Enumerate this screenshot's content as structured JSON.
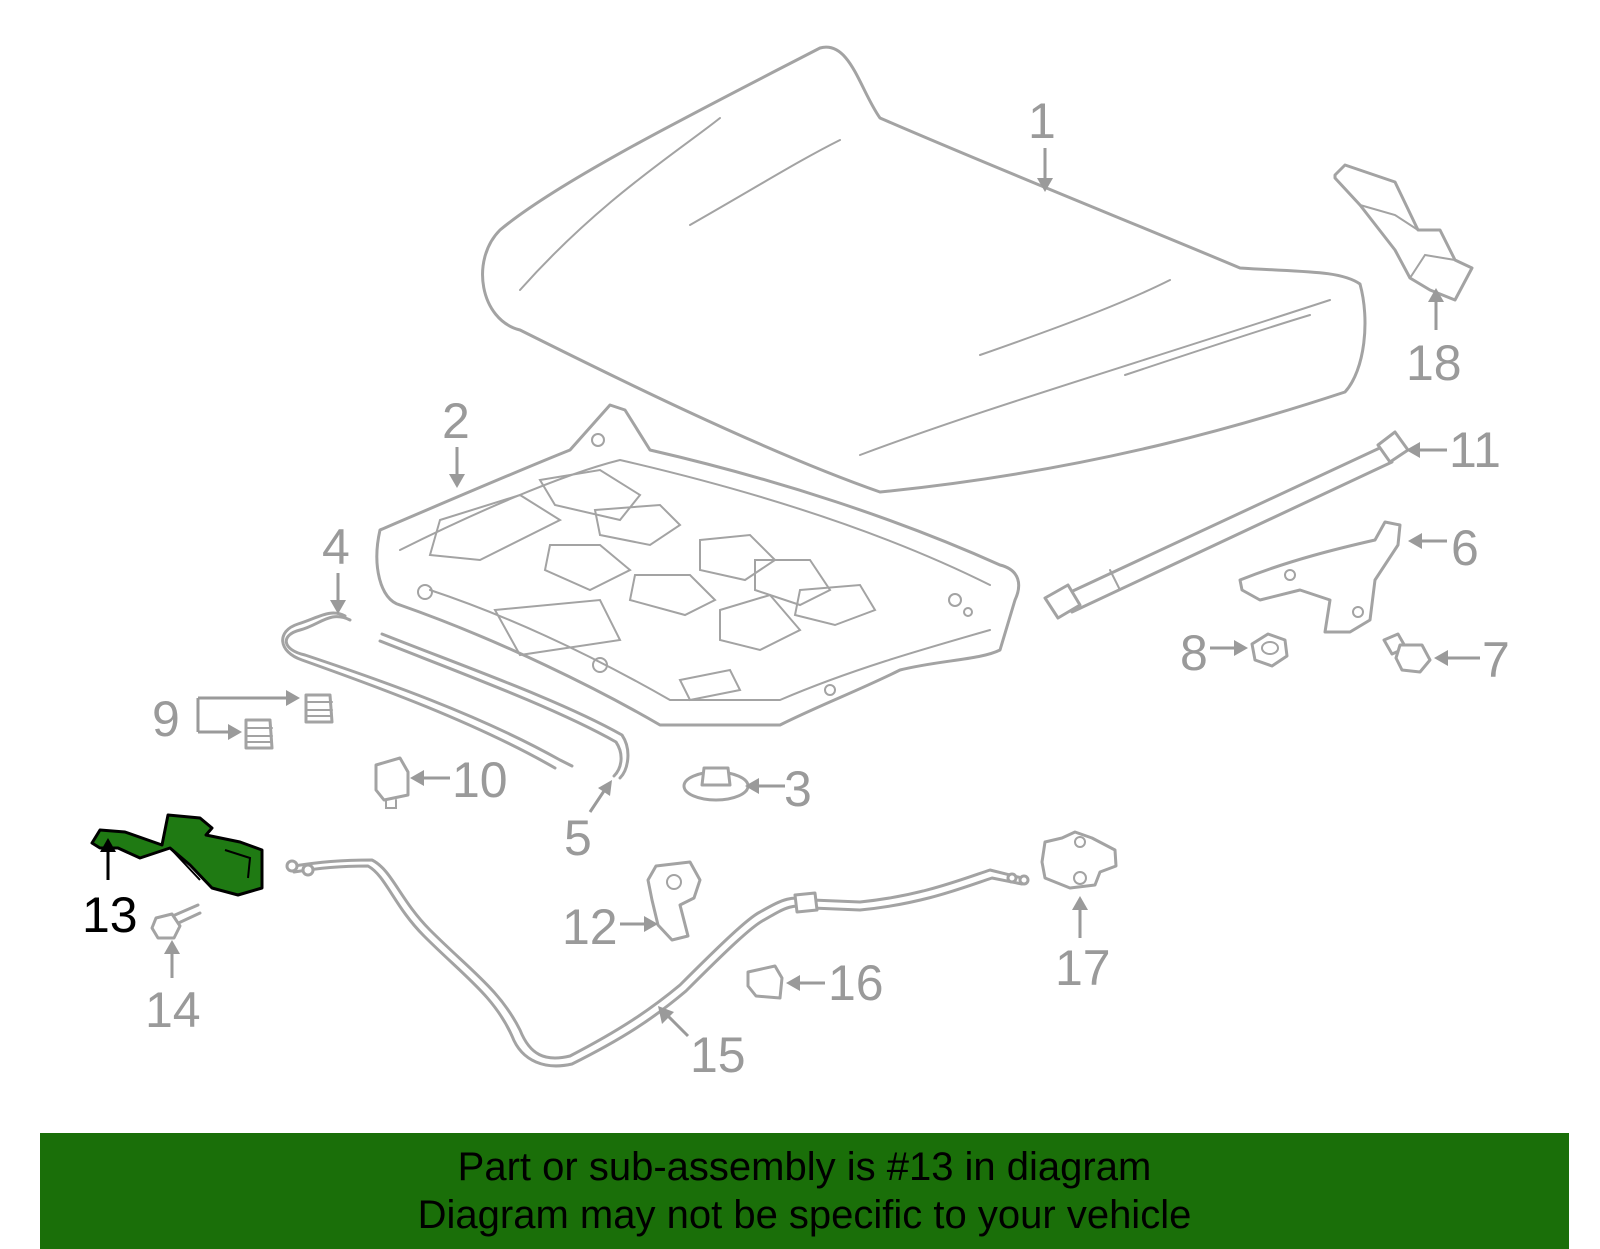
{
  "diagram": {
    "highlight_color": "#1f7a13",
    "callouts": [
      {
        "id": "1",
        "label": "1"
      },
      {
        "id": "2",
        "label": "2"
      },
      {
        "id": "3",
        "label": "3"
      },
      {
        "id": "4",
        "label": "4"
      },
      {
        "id": "5",
        "label": "5"
      },
      {
        "id": "6",
        "label": "6"
      },
      {
        "id": "7",
        "label": "7"
      },
      {
        "id": "8",
        "label": "8"
      },
      {
        "id": "9",
        "label": "9"
      },
      {
        "id": "10",
        "label": "10"
      },
      {
        "id": "11",
        "label": "11"
      },
      {
        "id": "12",
        "label": "12"
      },
      {
        "id": "13",
        "label": "13",
        "highlighted": true
      },
      {
        "id": "14",
        "label": "14"
      },
      {
        "id": "15",
        "label": "15"
      },
      {
        "id": "16",
        "label": "16"
      },
      {
        "id": "17",
        "label": "17"
      },
      {
        "id": "18",
        "label": "18"
      }
    ]
  },
  "banner": {
    "color": "#1a6f09",
    "line1": "Part or sub-assembly is #13 in diagram",
    "line2": "Diagram may not be specific to your vehicle"
  }
}
